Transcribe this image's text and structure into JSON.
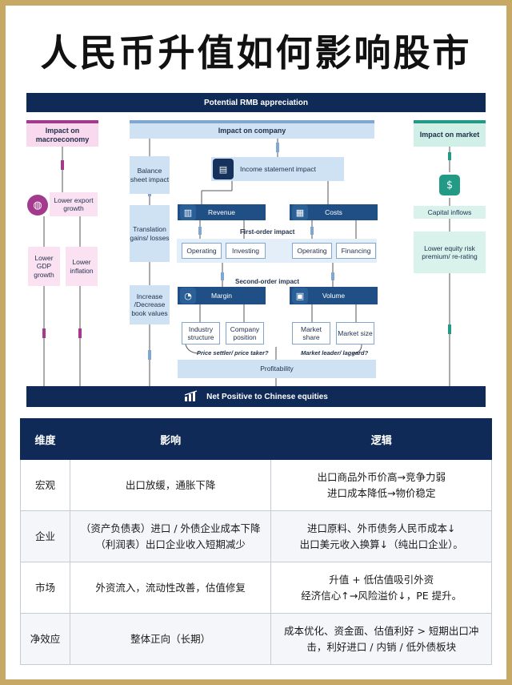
{
  "title": "人民币升值如何影响股市",
  "diagram": {
    "top_bar": "Potential RMB appreciation",
    "bottom_bar": "Net Positive to Chinese equities",
    "macro": {
      "header": "Impact on macroeconomy",
      "lower_export": "Lower export growth",
      "lower_gdp": "Lower GDP growth",
      "lower_inflation": "Lower inflation"
    },
    "company": {
      "header": "Impact on company",
      "balance_sheet": "Balance sheet impact",
      "translation": "Translation gains/ losses",
      "book_values": "Increase /Decrease book values",
      "income_statement": "Income statement impact",
      "revenue": "Revenue",
      "costs": "Costs",
      "first_order": "First-order impact",
      "operating1": "Operating",
      "investing": "Investing",
      "operating2": "Operating",
      "financing": "Financing",
      "second_order": "Second-order impact",
      "margin": "Margin",
      "volume": "Volume",
      "industry": "Industry structure",
      "position": "Company position",
      "market_share": "Market share",
      "market_size": "Market size",
      "price_setter": "Price settler/ price taker?",
      "market_leader": "Market leader/ laggard?",
      "profitability": "Profitability"
    },
    "market": {
      "header": "Impact on market",
      "capital_inflows": "Capital inflows",
      "lower_equity": "Lower equity risk premium/ re-rating"
    }
  },
  "table": {
    "headers": [
      "维度",
      "影响",
      "逻辑"
    ],
    "rows": [
      {
        "dim": "宏观",
        "impact": [
          "出口放缓，通胀下降"
        ],
        "logic": [
          "出口商品外币价高→竞争力弱",
          "进口成本降低→物价稳定"
        ]
      },
      {
        "dim": "企业",
        "impact": [
          "（资产负债表）进口 / 外债企业成本下降",
          "（利润表）出口企业收入短期减少"
        ],
        "logic": [
          "进口原料、外币债务人民币成本↓",
          "出口美元收入换算↓（纯出口企业）。"
        ]
      },
      {
        "dim": "市场",
        "impact": [
          "外资流入，流动性改善，估值修复"
        ],
        "logic": [
          "升值 + 低估值吸引外资",
          "经济信心↑→风险溢价↓，PE 提升。"
        ]
      },
      {
        "dim": "净效应",
        "impact": [
          "整体正向（长期）"
        ],
        "logic": [
          "成本优化、资金面、估值利好 > 短期出口冲",
          "击，利好进口 / 内销 / 低外债板块"
        ]
      }
    ]
  },
  "colors": {
    "navy": "#0f2a56",
    "gold": "#c8a865",
    "pink": "#a33a8e",
    "teal": "#239a86",
    "blue": "#1f4f84"
  }
}
